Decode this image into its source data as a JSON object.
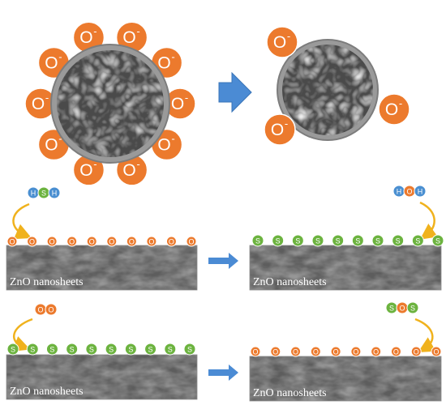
{
  "colors": {
    "oxygen": "#ec7a2d",
    "oxygen_edge": "#d9661f",
    "sulfur": "#6cb33f",
    "hydrogen": "#4a8fd1",
    "arrow": "#4b8bd4",
    "curve_arrow": "#f0b21d",
    "rim": "#9a9a9a",
    "sheet_base": "#5d5d5d"
  },
  "particle": {
    "ion_label": "O",
    "ion_charge": "-",
    "before_ion_count": 10,
    "after_ion_count": 3
  },
  "molecules": {
    "h2s": [
      "H",
      "S",
      "H"
    ],
    "h2o": [
      "H",
      "O",
      "H"
    ],
    "o2": [
      "O",
      "O"
    ],
    "so2": [
      "S",
      "O",
      "S"
    ]
  },
  "sheet_label": "ZnO nanosheets",
  "panels": [
    {
      "id": "h2s-before",
      "beads": "O",
      "bead_label": "O"
    },
    {
      "id": "h2s-after",
      "beads": "S",
      "bead_label": "S"
    },
    {
      "id": "o2-before",
      "beads": "S",
      "bead_label": "S"
    },
    {
      "id": "o2-after",
      "beads": "O",
      "bead_label": "O"
    }
  ]
}
